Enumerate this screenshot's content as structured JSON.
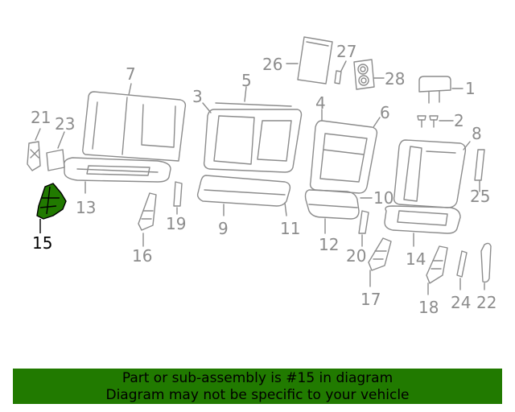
{
  "callouts": {
    "c1": "1",
    "c2": "2",
    "c3": "3",
    "c4": "4",
    "c5": "5",
    "c6": "6",
    "c7": "7",
    "c8": "8",
    "c9": "9",
    "c10": "10",
    "c11": "11",
    "c12": "12",
    "c13": "13",
    "c14": "14",
    "c15": "15",
    "c16": "16",
    "c17": "17",
    "c18": "18",
    "c19": "19",
    "c20": "20",
    "c21": "21",
    "c22": "22",
    "c23": "23",
    "c24": "24",
    "c25": "25",
    "c26": "26",
    "c27": "27",
    "c28": "28"
  },
  "highlight": {
    "part": "15",
    "color": "#217a00"
  },
  "banner": {
    "line1": "Part or sub-assembly is #15 in diagram",
    "line2": "Diagram may not be specific to your vehicle",
    "background": "#217a00"
  },
  "colors": {
    "line_art": "#8c8c8c",
    "highlight_outline": "#000000"
  }
}
